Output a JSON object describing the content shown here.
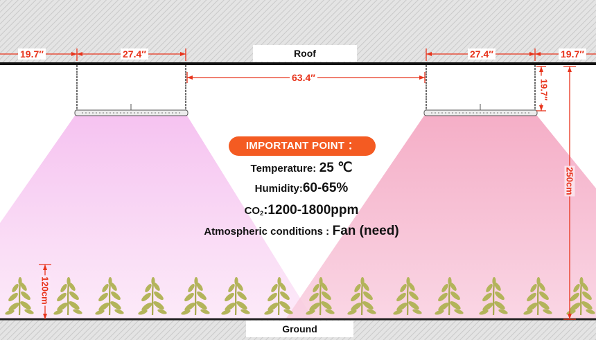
{
  "labels": {
    "roof": "Roof",
    "ground": "Ground"
  },
  "dimensions": {
    "left_edge_offset": "19.7″",
    "left_light_span": "27.4″",
    "light_gap": "63.4″",
    "right_light_span": "27.4″",
    "right_edge_offset": "19.7″",
    "hanging_drop": "19.7″",
    "light_to_ground": "250cm",
    "plant_height": "120cm"
  },
  "important": {
    "title": "IMPORTANT  POINT ：",
    "temperature_label": "Temperature:",
    "temperature_value": "25 ℃",
    "humidity_label": "Humidity:",
    "humidity_value": "60-65%",
    "co2_prefix": "CO",
    "co2_sub": "2",
    "co2_value": ":1200-1800ppm",
    "atmos_label": "Atmospheric conditions :",
    "atmos_value": "Fan (need)"
  },
  "colors": {
    "dimension": "#e8341c",
    "pill": "#f45b22",
    "plant": "#b3b45a",
    "left_light": "#f6c7ef",
    "right_light": "#f6a7c1"
  }
}
